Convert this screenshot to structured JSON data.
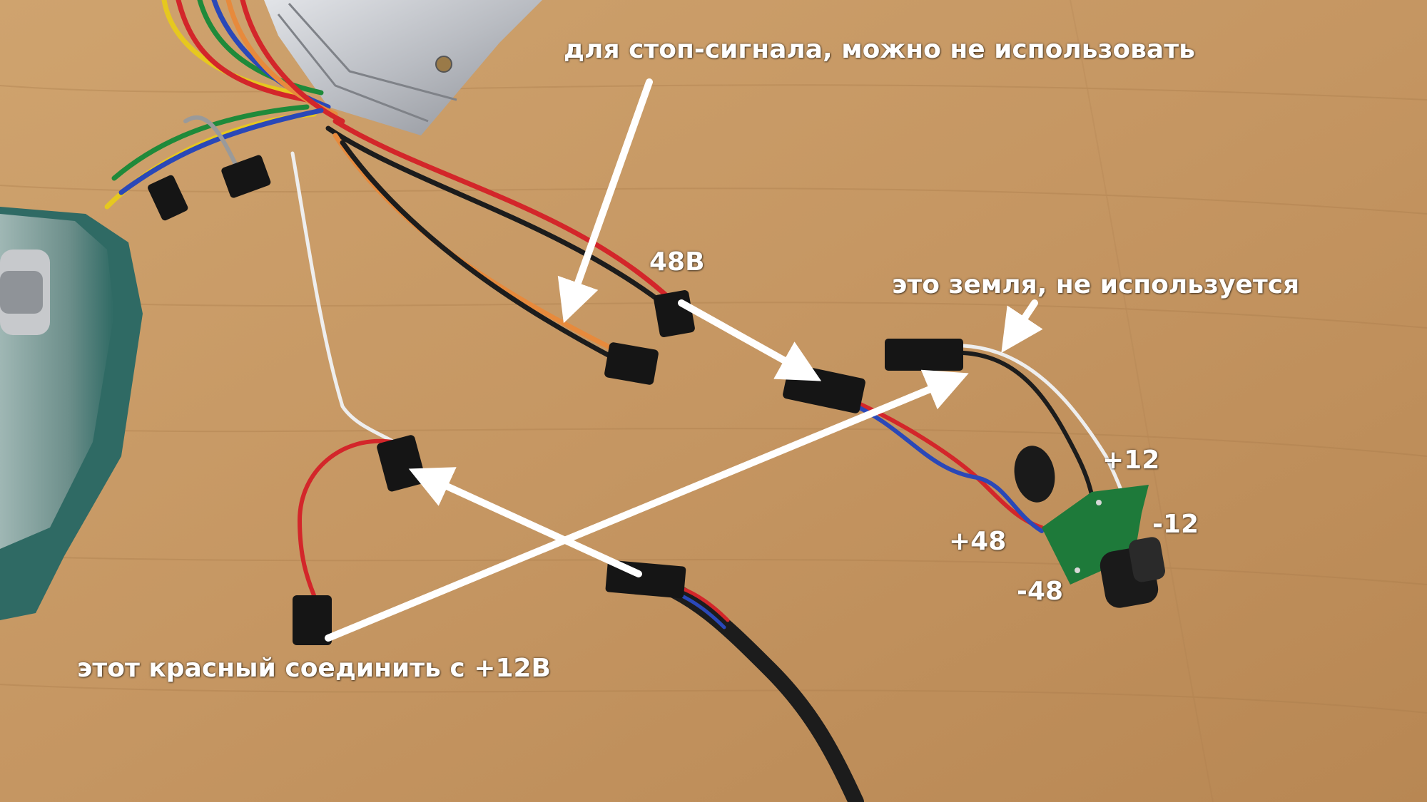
{
  "annotations": {
    "brake_note": "для стоп-сигнала, можно не использовать",
    "v48_label": "48В",
    "ground_note": "это земля, не используется",
    "plus12": "+12",
    "minus12": "-12",
    "plus48": "+48",
    "minus48": "-48",
    "red_wire_note": "этот красный соединить с +12В"
  },
  "colors": {
    "table": "#c79a66",
    "table_dark": "#a97c4a",
    "wire_red": "#d3262a",
    "wire_black": "#1c1c1c",
    "wire_orange": "#e78a3c",
    "wire_white": "#eeeeee",
    "wire_blue": "#2a48b8",
    "wire_green": "#1f8a3a",
    "wire_yellow": "#e6c81f",
    "connector": "#151515",
    "pcb": "#1e7a3a",
    "arrow": "#ffffff"
  }
}
